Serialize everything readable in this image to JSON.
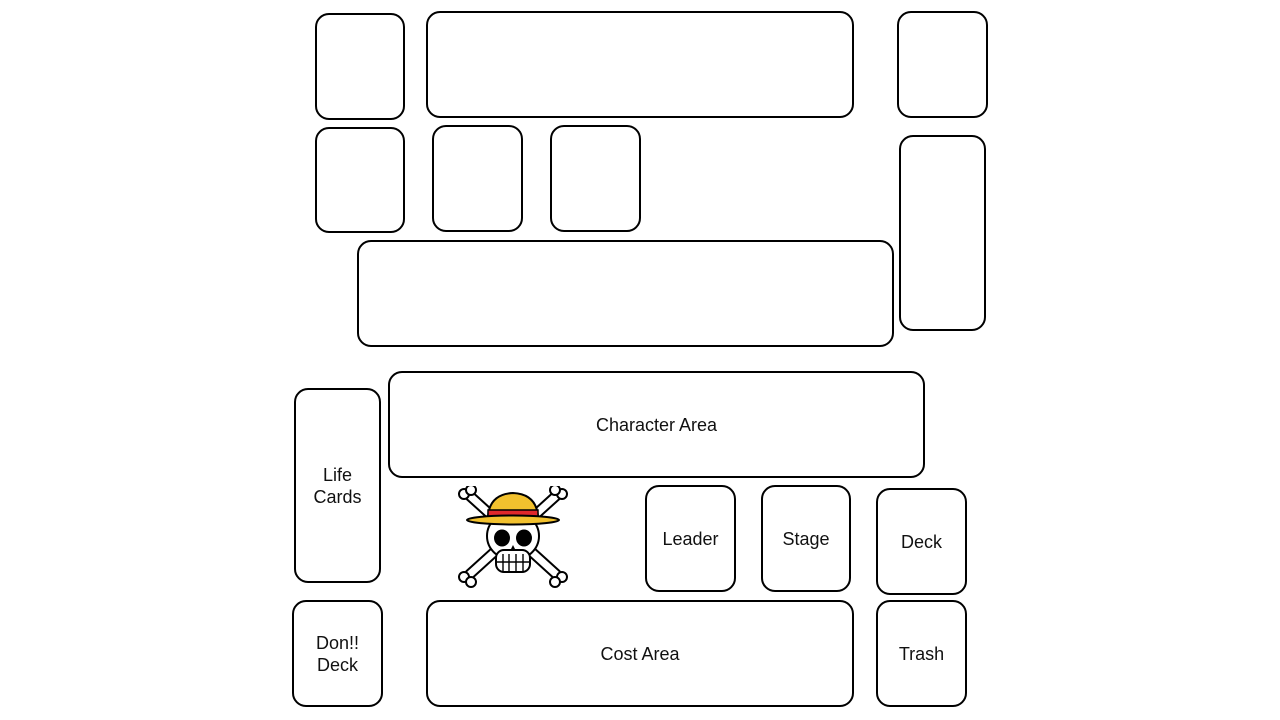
{
  "playmat": {
    "background_color": "#ffffff",
    "border_color": "#000000",
    "opponent_zones": {
      "top_left_card": "",
      "top_center_wide": "",
      "top_right_card": "",
      "middle_left_card": "",
      "middle_card_1": "",
      "middle_card_2": "",
      "right_tall": "",
      "character_wide": ""
    },
    "player_zones": {
      "character_area": "Character Area",
      "life_cards": "Life\nCards",
      "leader": "Leader",
      "stage": "Stage",
      "deck": "Deck",
      "don_deck": "Don!!\nDeck",
      "cost_area": "Cost Area",
      "trash": "Trash"
    },
    "emblem": {
      "icon": "straw-hat-jolly-roger-icon",
      "hat_color": "#f2c12e",
      "band_color": "#e0272b"
    }
  }
}
